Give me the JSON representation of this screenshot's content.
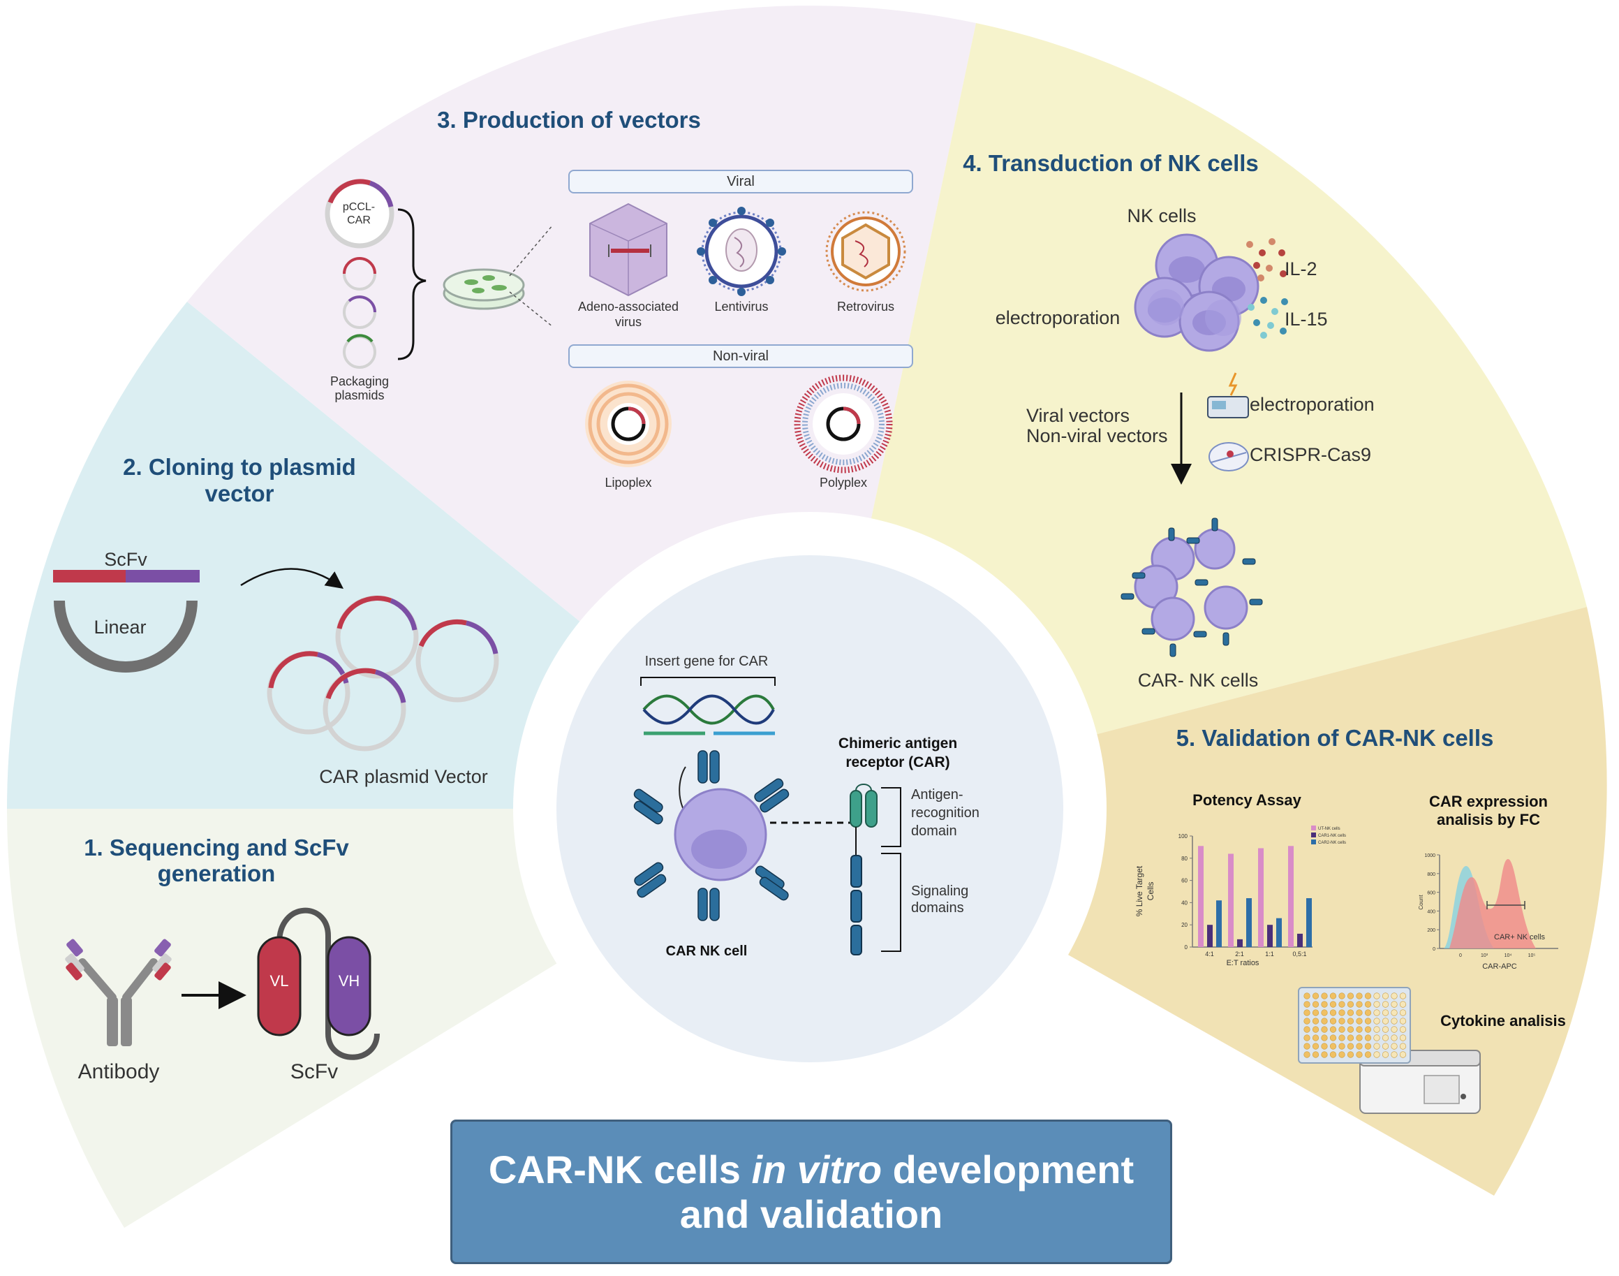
{
  "banner": {
    "line1_a": "CAR-NK cells ",
    "line1_italic": "in vitro",
    "line1_b": " development",
    "line2": "and validation"
  },
  "section1": {
    "title_line1": "1. Sequencing and ScFv",
    "title_line2": "generation",
    "antibody_label": "Antibody",
    "scfv_label": "ScFv",
    "vl_label": "VL",
    "vh_label": "VH"
  },
  "section2": {
    "title_line1": "2. Cloning to plasmid",
    "title_line2": "vector",
    "scfv_label": "ScFv",
    "linear_label": "Linear",
    "plasmid_label": "CAR plasmid Vector"
  },
  "section3": {
    "title": "3. Production of vectors",
    "pccl_line1": "pCCL-",
    "pccl_line2": "CAR",
    "packaging_line1": "Packaging",
    "packaging_line2": "plasmids",
    "viral_header": "Viral",
    "nonviral_header": "Non-viral",
    "aav_line1": "Adeno-associated",
    "aav_line2": "virus",
    "lentivirus": "Lentivirus",
    "retrovirus": "Retrovirus",
    "lipoplex": "Lipoplex",
    "polyplex": "Polyplex"
  },
  "section4": {
    "title": "4. Transduction of NK cells",
    "nk_cells": "NK cells",
    "il2": "IL-2",
    "il15": "IL-15",
    "electroporation_left": "electroporation",
    "viral_vectors": "Viral vectors",
    "nonviral_vectors": "Non-viral vectors",
    "electroporation_right": "electroporation",
    "crispr": "CRISPR-Cas9",
    "car_nk_cells": "CAR- NK cells"
  },
  "section5": {
    "title": "5. Validation of CAR-NK cells",
    "potency_title": "Potency Assay",
    "fc_title_line1": "CAR expression",
    "fc_title_line2": "analisis by FC",
    "cytokine": "Cytokine analisis",
    "potency_ylabel_line1": "% Live Target",
    "potency_ylabel_line2": "Cells",
    "potency_xlabel": "E:T ratios",
    "fc_xlabel": "CAR-APC",
    "fc_ylabel": "Count",
    "fc_gate_label": "CAR+ NK cells"
  },
  "center": {
    "insert_gene": "Insert gene for CAR",
    "car_nk_cell": "CAR NK cell",
    "car_title_line1": "Chimeric antigen",
    "car_title_line2": "receptor (CAR)",
    "antigen_line1": "Antigen-",
    "antigen_line2": "recognition",
    "antigen_line3": "domain",
    "signaling_line1": "Signaling",
    "signaling_line2": "domains"
  },
  "chart_data": [
    {
      "type": "bar",
      "title": "Potency Assay",
      "xlabel": "E:T ratios",
      "ylabel": "% Live Target Cells",
      "categories": [
        "4:1",
        "2:1",
        "1:1",
        "0,5:1"
      ],
      "ylim": [
        0,
        100
      ],
      "yticks": [
        0,
        20,
        40,
        60,
        80,
        100
      ],
      "legend": "top-right",
      "series": [
        {
          "name": "UT-NK cells",
          "color": "#d98cc8",
          "values": [
            91,
            84,
            89,
            91
          ]
        },
        {
          "name": "CAR1-NK cells",
          "color": "#4a2f7a",
          "values": [
            20,
            7,
            20,
            12
          ]
        },
        {
          "name": "CAR2-NK cells",
          "color": "#2d6ea8",
          "values": [
            42,
            44,
            26,
            44
          ]
        }
      ]
    },
    {
      "type": "area",
      "title": "CAR expression analisis by FC",
      "xlabel": "CAR-APC",
      "ylabel": "Count",
      "ylim": [
        0,
        1000
      ],
      "yticks": [
        0,
        200,
        400,
        600,
        800,
        1000
      ],
      "xticks": [
        "0",
        "10³",
        "10⁴",
        "10⁵"
      ],
      "gate_label": "CAR+ NK cells"
    }
  ],
  "colors": {
    "sector1": "#f2f5ec",
    "sector2": "#dbeef2",
    "sector3": "#f4eef6",
    "sector4": "#f6f3cc",
    "sector5": "#f1e2b4",
    "center": "#e8eef5",
    "title": "#1f4e79",
    "banner": "#5b8db8"
  }
}
